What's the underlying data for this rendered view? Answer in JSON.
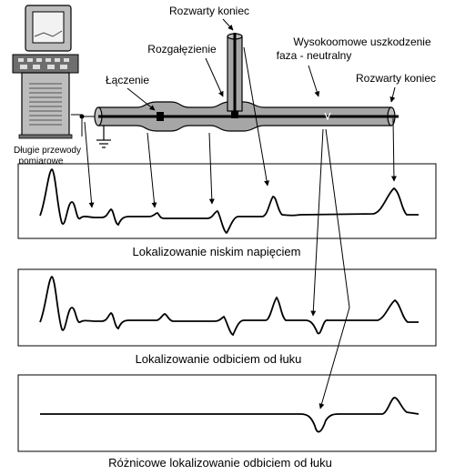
{
  "labels": {
    "open_end_top": "Rozwarty koniec",
    "branch": "Rozgałęzienie",
    "joint": "Łączenie",
    "fault_line1": "Wysokoomowe uszkodzenie",
    "fault_line2": "faza - neutralny",
    "open_end_right": "Rozwarty koniec",
    "leads_line1": "Długie przewody",
    "leads_line2": "pomiarowe"
  },
  "panels": [
    {
      "caption": "Lokalizowanie niskim napięciem"
    },
    {
      "caption": "Lokalizowanie odbiciem od łuku"
    },
    {
      "caption": "Różnicowe lokalizowanie odbiciem od łuku"
    }
  ],
  "colors": {
    "cable_fill": "#a6a6a6",
    "cable_dark": "#7a7a7a",
    "line": "#000000",
    "device_body": "#bdbdbd",
    "device_dark": "#6e6e6e",
    "screen": "#f2f2f2"
  },
  "icons": [
    "test-device-icon",
    "ground-icon",
    "cable-joint-icon",
    "cable-branch-icon",
    "fault-marker-icon"
  ]
}
